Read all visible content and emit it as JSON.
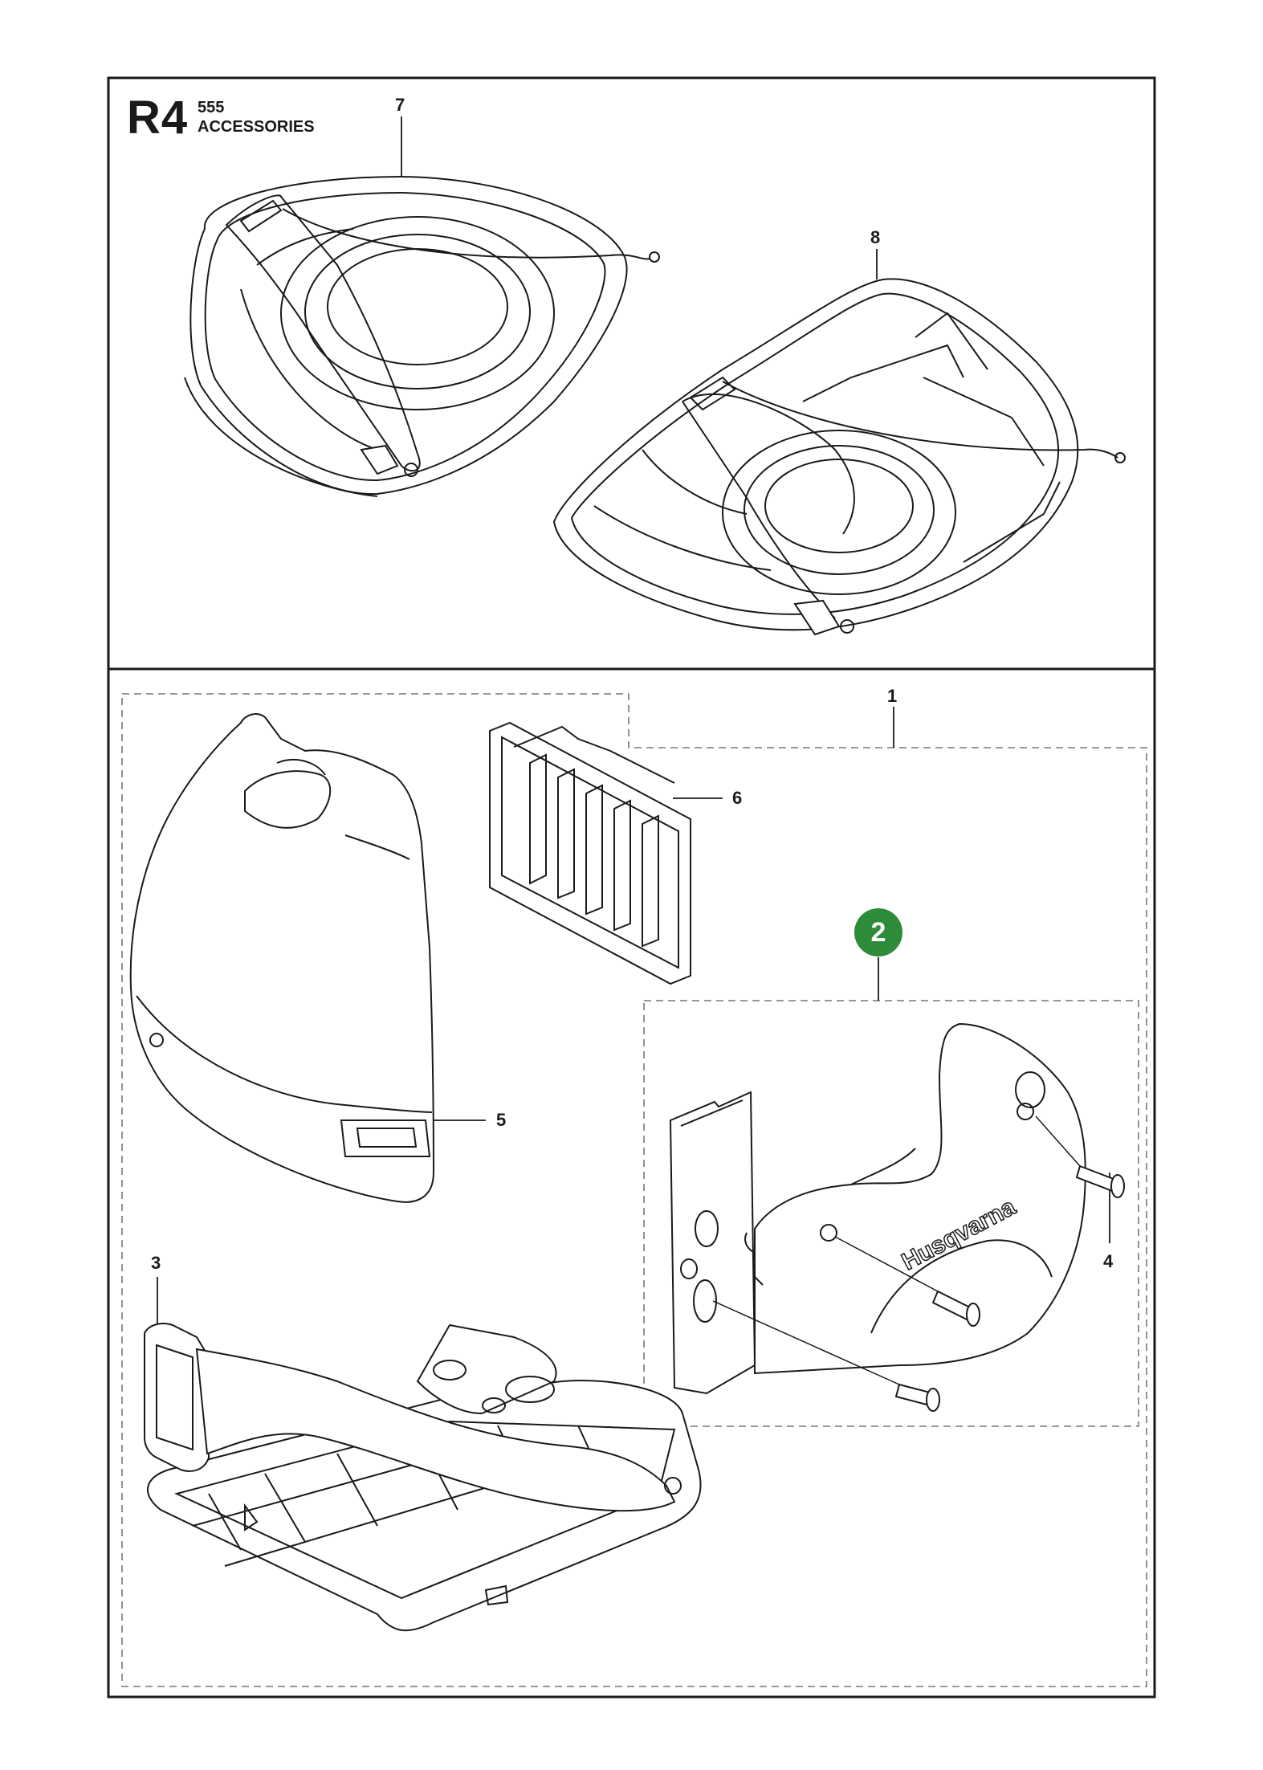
{
  "header": {
    "code": "R4",
    "model": "555",
    "section": "ACCESSORIES"
  },
  "callouts": {
    "c1": "1",
    "c2": "2",
    "c3": "3",
    "c4": "4",
    "c5": "5",
    "c6": "6",
    "c7": "7",
    "c8": "8"
  },
  "brand_text": "Husqvarna",
  "colors": {
    "line": "#1a1a1a",
    "badge": "#2e8b3a",
    "dashed": "#777777"
  }
}
